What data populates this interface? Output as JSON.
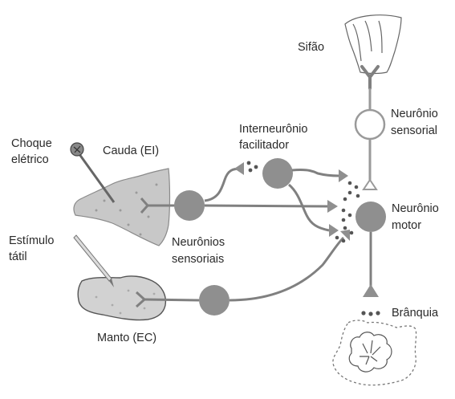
{
  "labels": {
    "siphon": "Sifão",
    "sensory_neuron": [
      "Neurônio",
      "sensorial"
    ],
    "interneuron": [
      "Interneurônio",
      "facilitador"
    ],
    "electric_shock": [
      "Choque",
      "elétrico"
    ],
    "tail": "Cauda (EI)",
    "motor_neuron": [
      "Neurônio",
      "motor"
    ],
    "touch_stimulus": [
      "Estímulo",
      "tátil"
    ],
    "sensory_neurons": [
      "Neurônios",
      "sensoriais"
    ],
    "mantle": "Manto (EC)",
    "gill": "Brânquia"
  },
  "colors": {
    "neuron_fill": "#8f8f8f",
    "tissue_fill": "#c8c8c8",
    "line": "#808080",
    "text": "#2a2a2a"
  }
}
